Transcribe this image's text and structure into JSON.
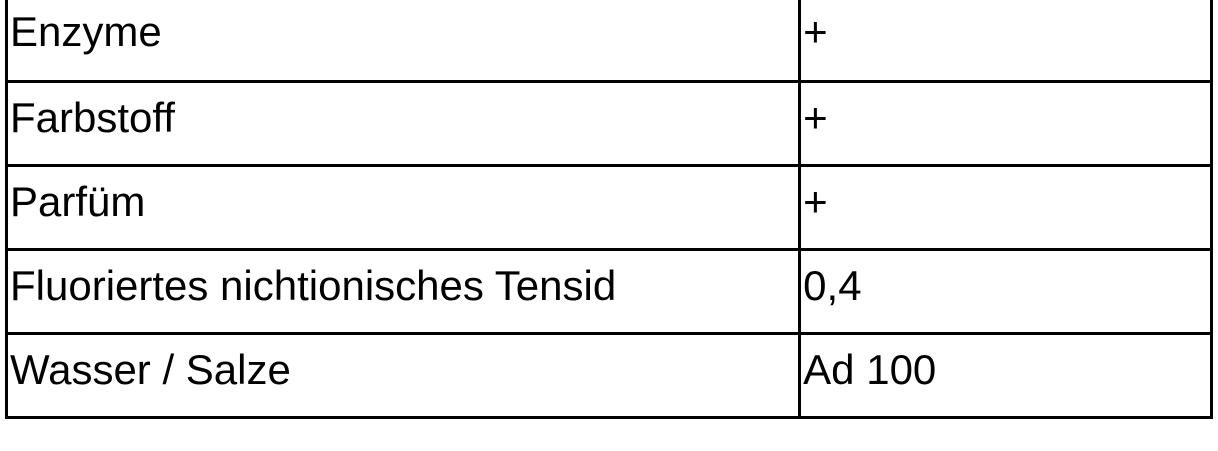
{
  "table": {
    "rows": [
      {
        "ingredient": "Enzyme",
        "amount": "+"
      },
      {
        "ingredient": "Farbstoff",
        "amount": "+"
      },
      {
        "ingredient": "Parfüm",
        "amount": "+"
      },
      {
        "ingredient": "Fluoriertes nichtionisches Tensid",
        "amount": "0,4"
      },
      {
        "ingredient": "Wasser / Salze",
        "amount": "Ad 100"
      }
    ]
  }
}
